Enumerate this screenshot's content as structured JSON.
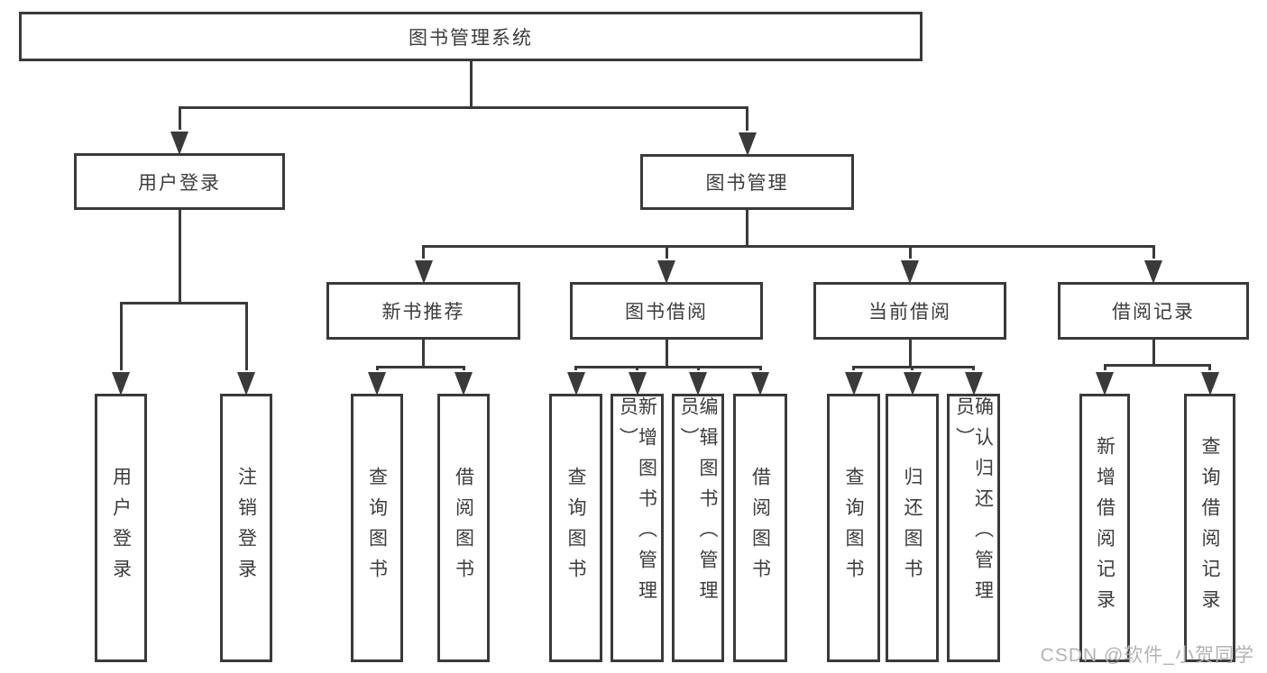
{
  "diagram": {
    "background": "#ffffff",
    "line_color": "#3a3a3a",
    "text_color": "#3c3c3c",
    "tree": {
      "id": "library-system",
      "label": "图书管理系统",
      "children": [
        {
          "id": "user-login",
          "label": "用户登录",
          "children": [
            {
              "id": "user-login-leaf",
              "label": "用户登录"
            },
            {
              "id": "logout-leaf",
              "label": "注销登录"
            }
          ]
        },
        {
          "id": "book-management",
          "label": "图书管理",
          "children": [
            {
              "id": "new-book-recommend",
              "label": "新书推荐",
              "children": [
                {
                  "id": "nb-query-books",
                  "label": "查询图书"
                },
                {
                  "id": "nb-borrow-books",
                  "label": "借阅图书"
                }
              ]
            },
            {
              "id": "book-borrowing",
              "label": "图书借阅",
              "children": [
                {
                  "id": "bb-query-books",
                  "label": "查询图书"
                },
                {
                  "id": "bb-add-books",
                  "label": "新增图书（管理员）"
                },
                {
                  "id": "bb-edit-books",
                  "label": "编辑图书（管理员）"
                },
                {
                  "id": "bb-borrow-books",
                  "label": "借阅图书"
                }
              ]
            },
            {
              "id": "current-borrowing",
              "label": "当前借阅",
              "children": [
                {
                  "id": "cb-query-books",
                  "label": "查询图书"
                },
                {
                  "id": "cb-return-books",
                  "label": "归还图书"
                },
                {
                  "id": "cb-confirm-return",
                  "label": "确认归还（管理员）"
                }
              ]
            },
            {
              "id": "borrowing-records",
              "label": "借阅记录",
              "children": [
                {
                  "id": "br-add-record",
                  "label": "新增借阅记录"
                },
                {
                  "id": "br-query-record",
                  "label": "查询借阅记录"
                }
              ]
            }
          ]
        }
      ]
    }
  },
  "watermark": {
    "text": "CSDN @软件_小贺同学",
    "color": "#b3b3b3"
  }
}
